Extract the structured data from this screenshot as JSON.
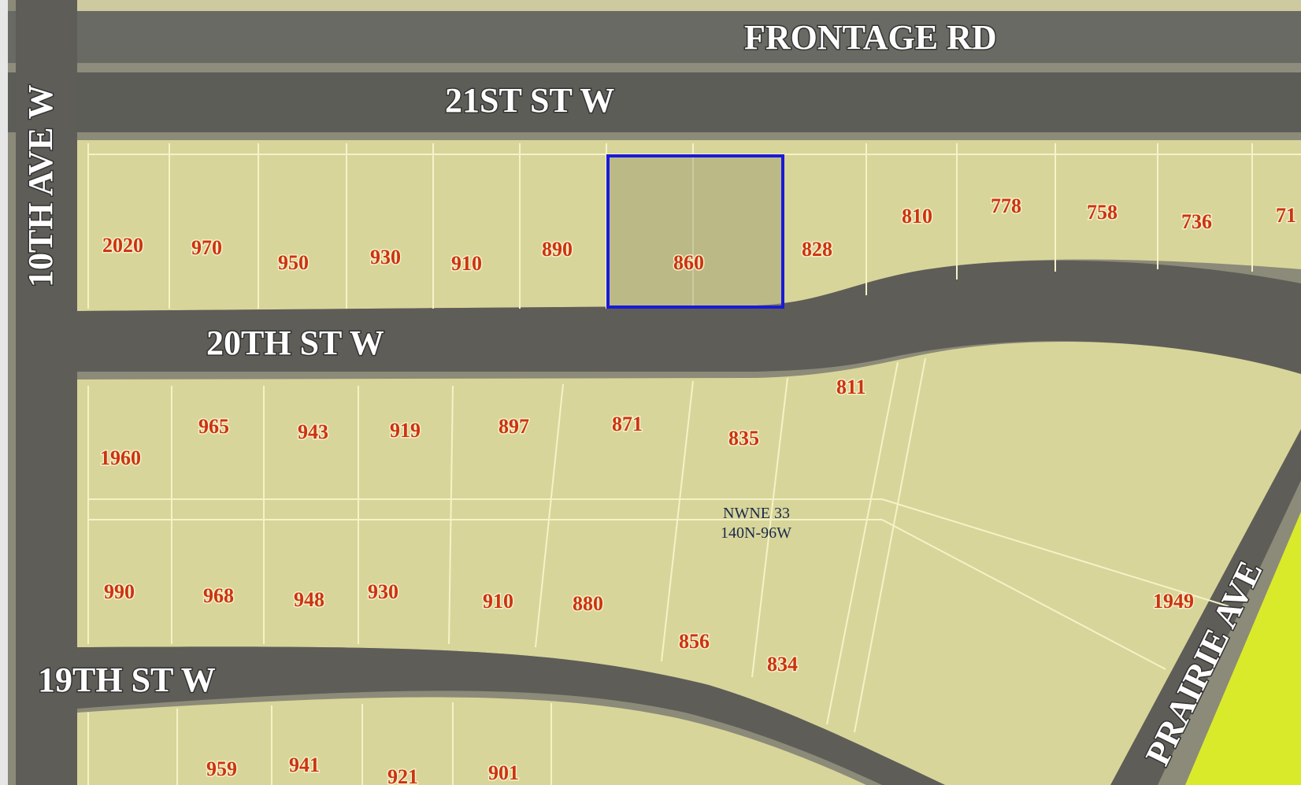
{
  "map": {
    "streets": {
      "frontage_rd": "FRONTAGE RD",
      "st_21": "21ST ST W",
      "st_20": "20TH ST W",
      "st_19": "19TH ST W",
      "ave_10": "10TH AVE W",
      "prairie": "PRAIRIE AVE"
    },
    "section": {
      "line1": "NWNE 33",
      "line2": "140N-96W"
    },
    "parcels_north": [
      "2020",
      "970",
      "950",
      "930",
      "910",
      "890",
      "860",
      "828",
      "810",
      "778",
      "758",
      "736",
      "71"
    ],
    "parcels_middle_row1": [
      "1960",
      "965",
      "943",
      "919",
      "897",
      "871",
      "835",
      "811"
    ],
    "parcels_middle_row2": [
      "990",
      "968",
      "948",
      "930",
      "910",
      "880",
      "856",
      "834",
      "1949"
    ],
    "parcels_south": [
      "959",
      "941",
      "921",
      "901"
    ],
    "selected_parcel": "860",
    "colors": {
      "parcel_fill": "#d8d59a",
      "road": "#5a5a55",
      "selection": "#1a1ad6",
      "parcel_label": "#cc3311",
      "highlight_zone": "#d9ea2a"
    }
  }
}
